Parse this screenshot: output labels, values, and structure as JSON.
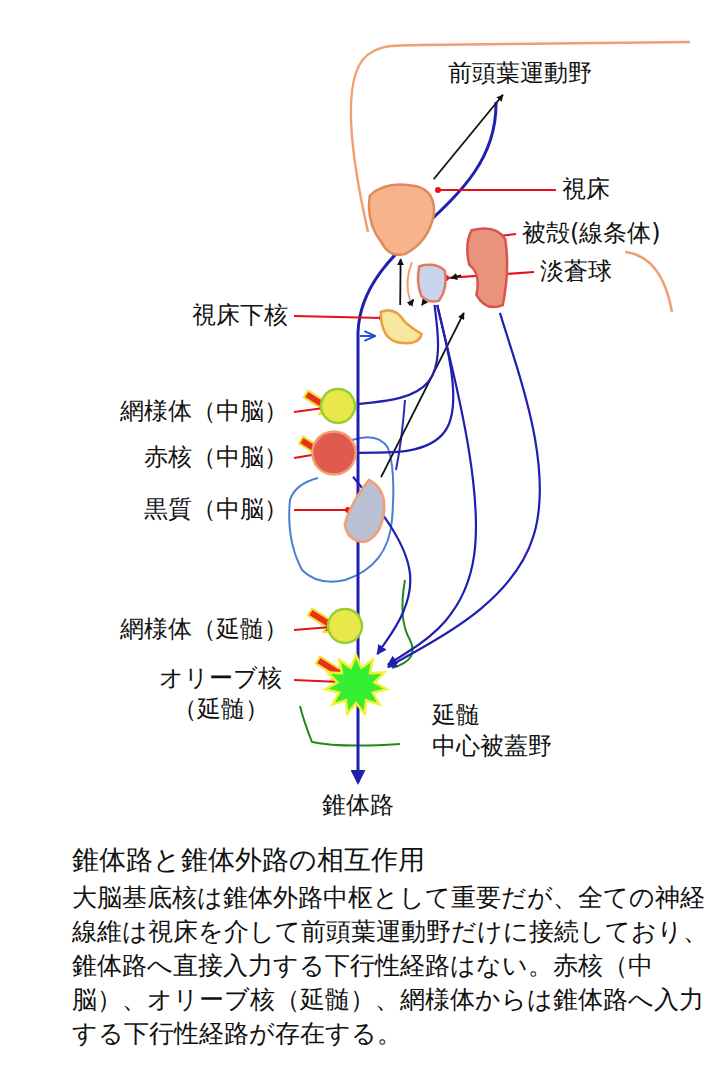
{
  "diagram": {
    "title": "錐体路と錐体外路の相互作用",
    "caption": "大脳基底核は錐体外路中枢として重要だが、全ての神経線維は視床を介して前頭葉運動野だけに接続しており、錐体路へ直接入力する下行性経路はない。赤核（中脳）、オリーブ核（延髄）、網様体からは錐体路へ入力する下行性経路が存在する。",
    "nodes": [
      {
        "text": [
          "前頭葉運動野"
        ]
      },
      {
        "text": [
          "視床"
        ]
      },
      {
        "text": [
          "被殻(線条体)"
        ]
      },
      {
        "text": [
          "淡蒼球"
        ]
      },
      {
        "text": [
          "視床下核"
        ]
      },
      {
        "text": [
          "網様体（中脳）"
        ]
      },
      {
        "text": [
          "赤核（中脳）"
        ]
      },
      {
        "text": [
          "黒質（中脳）"
        ]
      },
      {
        "text": [
          "網様体（延髄）"
        ]
      },
      {
        "text": [
          "オリーブ核 （延髄）"
        ]
      }
    ],
    "edges": [
      {
        "from": 1,
        "to": 0,
        "arrow": "to"
      },
      {
        "from": 4,
        "to": 1,
        "arrow": "to"
      },
      {
        "from": 4,
        "to": 3,
        "arrow": "to"
      },
      {
        "from": 3,
        "to": 4,
        "arrow": "to"
      },
      {
        "from": 2,
        "to": 3,
        "arrow": "to"
      },
      {
        "from": 7,
        "to": 2,
        "arrow": "to"
      },
      {
        "from": 3,
        "to": 5,
        "arrow": "none"
      },
      {
        "from": 3,
        "to": 6,
        "arrow": "none"
      },
      {
        "from": 3,
        "to": 9,
        "arrow": "to"
      },
      {
        "from": 2,
        "to": 9,
        "arrow": "to"
      },
      {
        "from": 6,
        "to": 9,
        "arrow": "to"
      }
    ],
    "labels": [
      "延髄 中心被蓋野",
      "錐体路"
    ]
  }
}
